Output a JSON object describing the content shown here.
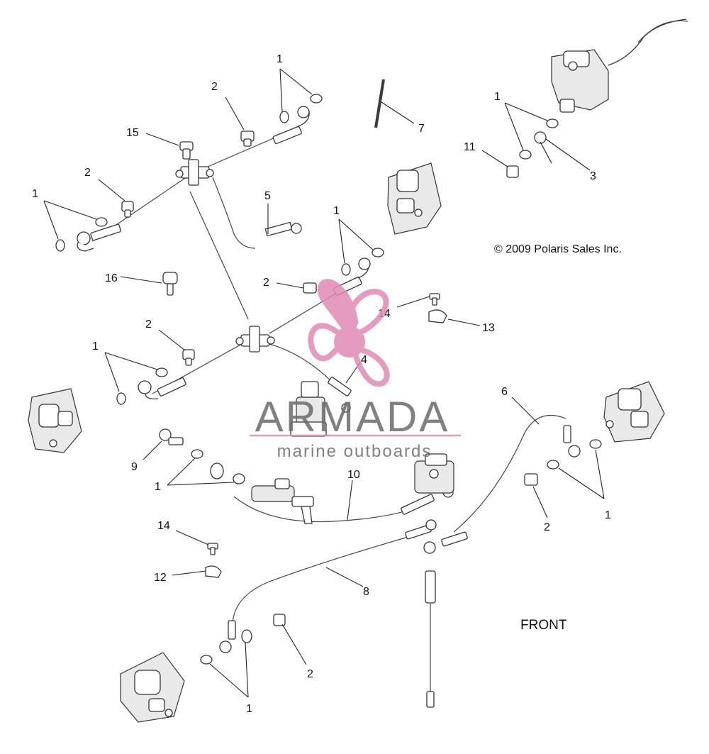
{
  "diagram": {
    "copyright": "© 2009 Polaris Sales Inc.",
    "front_label": "FRONT",
    "callouts": [
      "1",
      "2",
      "3",
      "4",
      "5",
      "6",
      "7",
      "8",
      "9",
      "10",
      "11",
      "12",
      "13",
      "14",
      "15",
      "16"
    ]
  },
  "watermark": {
    "brand": "ARMADA",
    "tagline": "marine outboards",
    "accent_color": "#e08ab5",
    "text_color": "#6b6b6b"
  }
}
